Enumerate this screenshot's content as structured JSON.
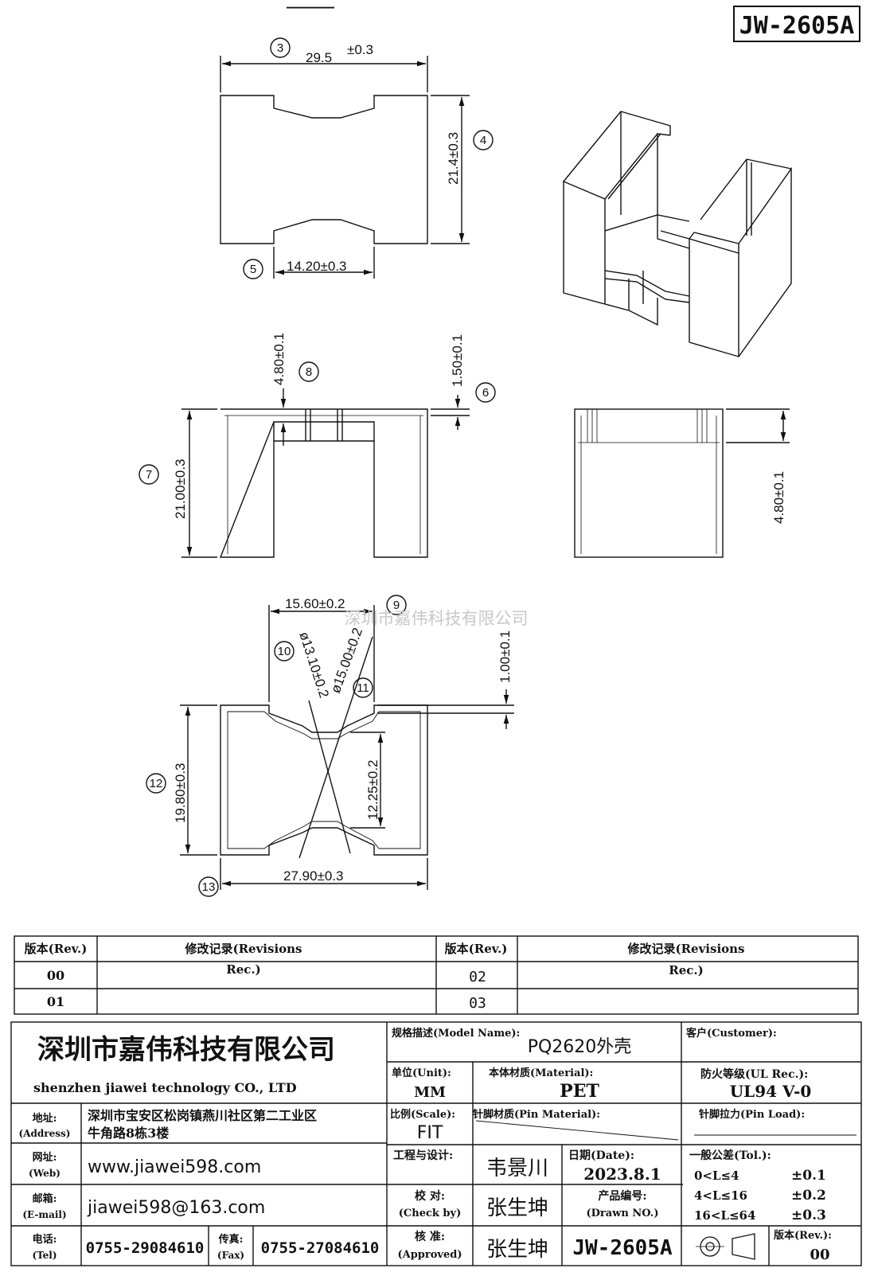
{
  "header": {
    "drawing_no": "JW-2605A"
  },
  "watermark": "深圳市嘉伟科技有限公司",
  "views": {
    "top_view": {
      "dim_width": "29.5",
      "dim_width_tol": "±0.3",
      "dim_height": "21.4±0.3",
      "dim_gap": "14.20±0.3",
      "balloons": [
        "3",
        "4",
        "5"
      ]
    },
    "front_view": {
      "dim_height": "21.00±0.3",
      "dim_slot": "4.80±0.1",
      "dim_rib": "1.50±0.1",
      "balloons": [
        "7",
        "8",
        "6"
      ]
    },
    "side_view": {
      "dim_slot": "4.80±0.1"
    },
    "bottom_view": {
      "dim_top": "15.60±0.2",
      "dim_d1": "ø13.10±0.2",
      "dim_d2": "ø15.00±0.2",
      "dim_rib": "1.00±0.1",
      "dim_height": "19.80±0.3",
      "dim_inner": "12.25±0.2",
      "dim_width": "27.90±0.3",
      "balloons": [
        "9",
        "10",
        "11",
        "12",
        "13"
      ]
    }
  },
  "revisions": {
    "col_rev": "版本(Rev.)",
    "col_record": "修改记录(Revisions",
    "col_record2": "Rec.)",
    "rows_left": [
      "00",
      "01"
    ],
    "rows_right": [
      "02",
      "03"
    ]
  },
  "title_block": {
    "company_cn": "深圳市嘉伟科技有限公司",
    "company_en": "shenzhen   jiawei   technology   CO., LTD",
    "address_label": "地址:",
    "address_label_en": "(Address)",
    "address_line1": "深圳市宝安区松岗镇燕川社区第二工业区",
    "address_line2": "牛角路8栋3楼",
    "web_label": "网址:",
    "web_label_en": "(Web)",
    "web": "www.jiawei598.com",
    "email_label": "邮箱:",
    "email_label_en": "(E-mail)",
    "email": "jiawei598@163.com",
    "tel_label": "电话:",
    "tel_label_en": "(Tel)",
    "tel": "0755-29084610",
    "fax_label": "传真:",
    "fax_label_en": "(Fax)",
    "fax": "0755-27084610",
    "model_label": "规格描述(Model Name):",
    "model": "PQ2620外壳",
    "customer_label": "客户(Customer):",
    "unit_label": "单位(Unit):",
    "unit": "MM",
    "material_label": "本体材质(Material):",
    "material": "PET",
    "ul_label": "防火等级(UL Rec.):",
    "ul": "UL94 V-0",
    "scale_label": "比例(Scale):",
    "scale": "FIT",
    "pin_material_label": "针脚材质(Pin Material):",
    "pin_load_label": "针脚拉力(Pin Load):",
    "design_label": "工程与设计:",
    "designer": "韦景川",
    "date_label": "日期(Date):",
    "date": "2023.8.1",
    "check_label": "校  对:",
    "check_label_en": "(Check by)",
    "checker": "张生坤",
    "drawn_label": "产品编号:",
    "drawn_label_en": "(Drawn NO.)",
    "approve_label": "核  准:",
    "approve_label_en": "(Approved)",
    "approver": "张生坤",
    "drawing_no": "JW-2605A",
    "tol_label": "一般公差(Tol.):",
    "tol_rows": [
      {
        "range": "0<L≤4",
        "tol": "±0.1"
      },
      {
        "range": "4<L≤16",
        "tol": "±0.2"
      },
      {
        "range": "16<L≤64",
        "tol": "±0.3"
      }
    ],
    "rev_label": "版本(Rev.):",
    "rev": "00"
  }
}
